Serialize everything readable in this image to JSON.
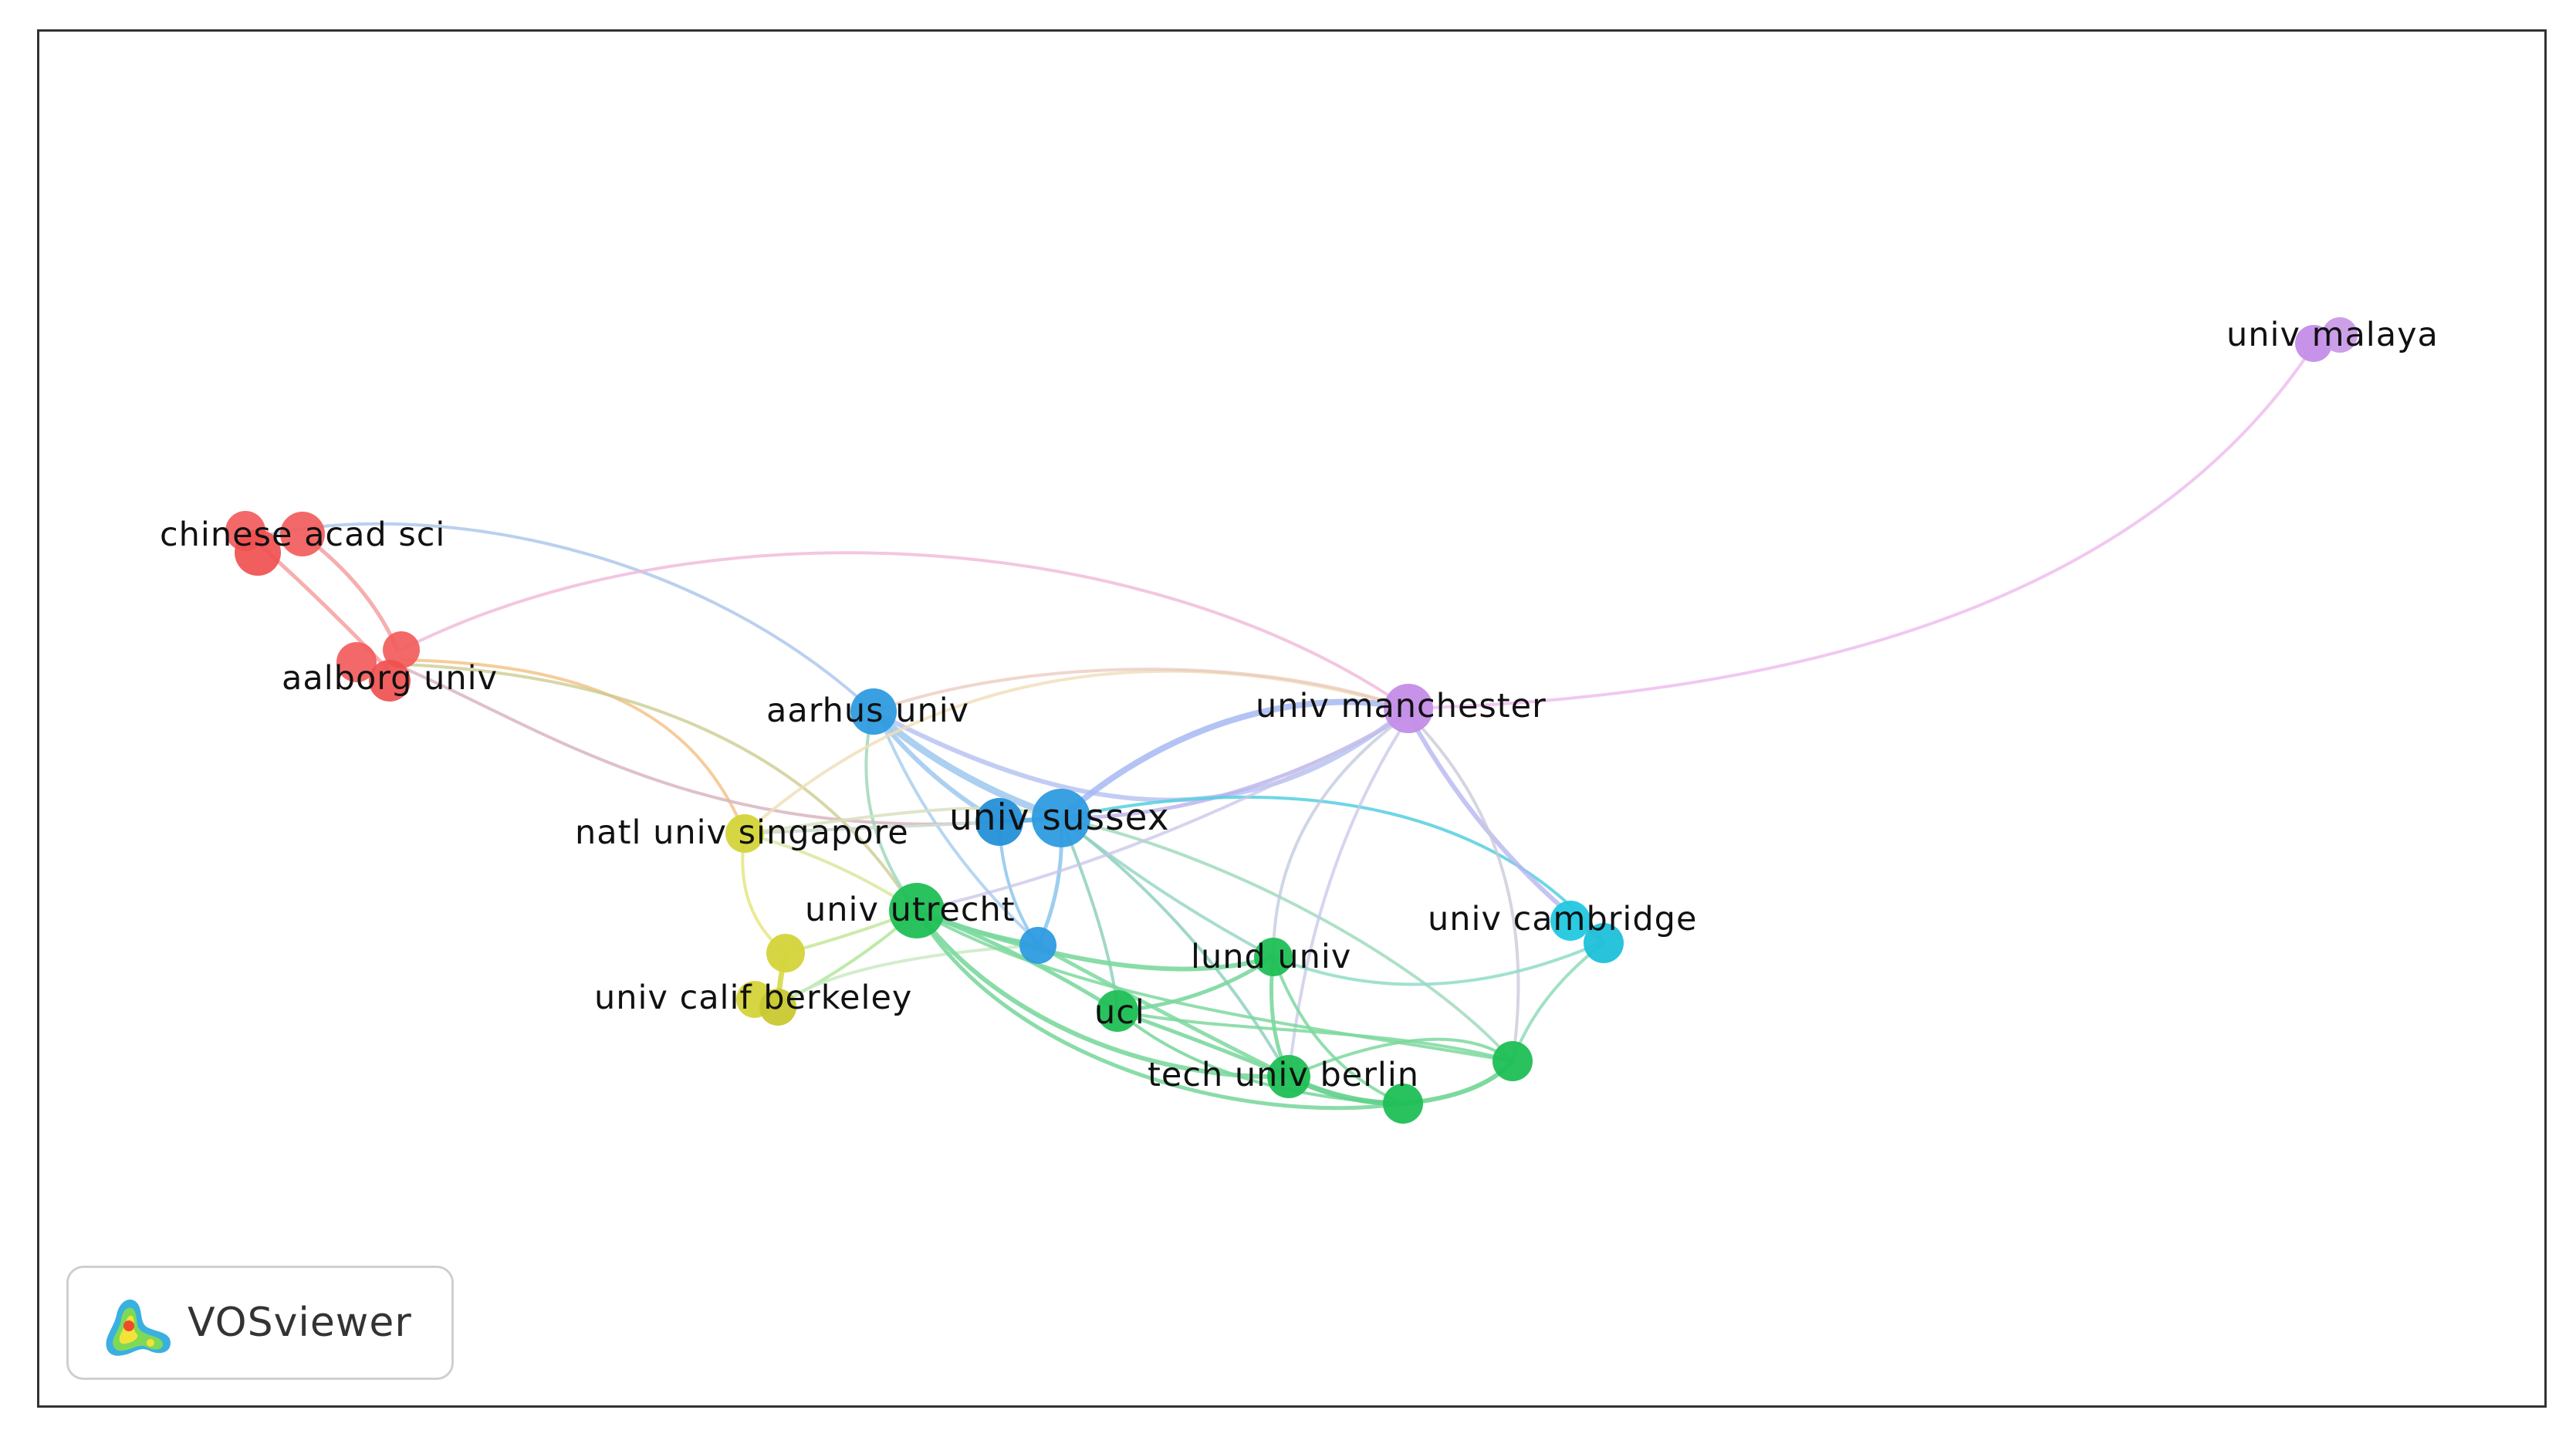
{
  "diagram": {
    "nodes": [
      {
        "id": "chinese-acad-sci",
        "label": "chinese acad sci",
        "cluster": "red"
      },
      {
        "id": "aalborg-univ",
        "label": "aalborg univ",
        "cluster": "red"
      },
      {
        "id": "aarhus-univ",
        "label": "aarhus univ",
        "cluster": "blue"
      },
      {
        "id": "univ-sussex",
        "label": "univ sussex",
        "cluster": "blue"
      },
      {
        "id": "univ-manchester",
        "label": "univ manchester",
        "cluster": "purple"
      },
      {
        "id": "univ-malaya",
        "label": "univ malaya",
        "cluster": "purple"
      },
      {
        "id": "natl-univ-singapore",
        "label": "natl univ singapore",
        "cluster": "yellow"
      },
      {
        "id": "univ-utrecht",
        "label": "univ utrecht",
        "cluster": "green"
      },
      {
        "id": "univ-calif-berkeley",
        "label": "univ calif berkeley",
        "cluster": "yellow"
      },
      {
        "id": "lund-univ",
        "label": "lund univ",
        "cluster": "green"
      },
      {
        "id": "ucl",
        "label": "ucl",
        "cluster": "green"
      },
      {
        "id": "tech-univ-berlin",
        "label": "tech univ berlin",
        "cluster": "green"
      },
      {
        "id": "univ-cambridge",
        "label": "univ cambridge",
        "cluster": "cyan"
      }
    ],
    "cluster_colors": {
      "red": "#f25c5c",
      "blue": "#2e9be0",
      "purple": "#c48de8",
      "yellow": "#d4d43a",
      "green": "#1fbf55",
      "cyan": "#22c8e0"
    }
  },
  "brand": {
    "name": "VOSviewer",
    "icon": "vosviewer-logo-icon"
  }
}
